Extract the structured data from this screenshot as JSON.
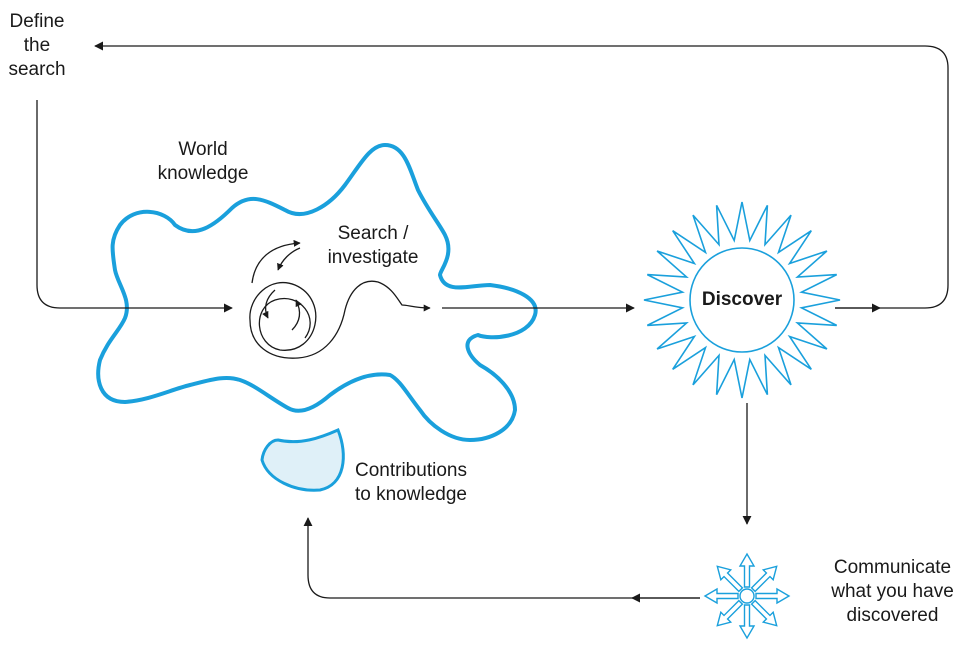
{
  "labels": {
    "define_search": [
      "Define",
      "the",
      "search"
    ],
    "world_knowledge": [
      "World",
      "knowledge"
    ],
    "search_investigate": [
      "Search /",
      "investigate"
    ],
    "discover": "Discover",
    "contributions": [
      "Contributions",
      "to knowledge"
    ],
    "communicate": [
      "Communicate",
      "what you have",
      "discovered"
    ]
  },
  "colors": {
    "cyan": "#1aa0dc",
    "cyan_fill": "#dff0f8",
    "line": "#1a1a1a"
  }
}
